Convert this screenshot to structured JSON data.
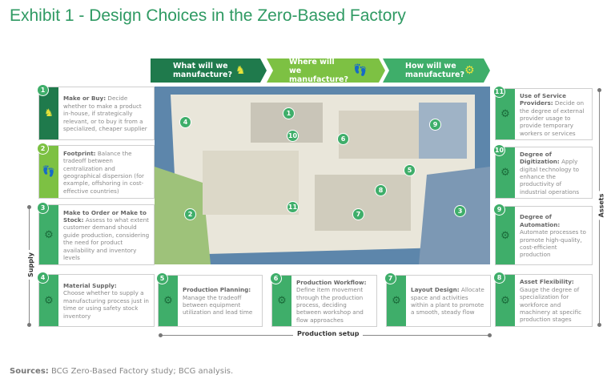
{
  "title": "Exhibit 1 - Design Choices in the Zero-Based Factory",
  "arrows": [
    {
      "label": "What will we manufacture?",
      "icon": "chess-knight-icon",
      "color": "#1f7a4c"
    },
    {
      "label": "Where will we manufacture?",
      "icon": "footprint-icon",
      "color": "#7dc143"
    },
    {
      "label": "How will we manufacture?",
      "icon": "gears-icon",
      "color": "#3fae6a"
    }
  ],
  "items": [
    {
      "n": "1",
      "head": "Make or Buy:",
      "body": "Decide whether to make a product in-house, if strategically relevant, or to buy it from a specialized, cheaper supplier"
    },
    {
      "n": "2",
      "head": "Footprint:",
      "body": "Balance the tradeoff between centralization and geographical dispersion (for example, offshoring in cost-effective countries)"
    },
    {
      "n": "3",
      "head": "Make to Order or Make to Stock:",
      "body": "Assess to what extent customer demand should guide production, considering the need for product availability and inventory levels"
    },
    {
      "n": "4",
      "head": "Material Supply:",
      "body": "Choose whether to supply a manufacturing process just in time or using safety stock inventory"
    },
    {
      "n": "5",
      "head": "Production Planning:",
      "body": "Manage the tradeoff between equipment utilization and lead time"
    },
    {
      "n": "6",
      "head": "Production Workflow:",
      "body": "Define item movement through the production process, deciding between workshop and flow approaches"
    },
    {
      "n": "7",
      "head": "Layout Design:",
      "body": "Allocate space and activities within a plant to promote a smooth, steady flow"
    },
    {
      "n": "8",
      "head": "Asset Flexibility:",
      "body": "Gauge the degree of specialization for workforce and machinery at specific production stages"
    },
    {
      "n": "9",
      "head": "Degree of Automation:",
      "body": "Automate processes to promote high-quality, cost-efficient production"
    },
    {
      "n": "10",
      "head": "Degree of Digitization:",
      "body": "Apply digital technology to enhance the productivity of industrial operations"
    },
    {
      "n": "11",
      "head": "Use of Service Providers:",
      "body": "Decide on the degree of external provider usage to provide temporary workers or services"
    }
  ],
  "axes": {
    "supply": "Supply",
    "assets": "Assets",
    "production": "Production setup"
  },
  "pins": [
    "1",
    "2",
    "3",
    "4",
    "5",
    "6",
    "7",
    "8",
    "9",
    "10",
    "11"
  ],
  "source_label": "Sources:",
  "source_text": "BCG Zero-Based Factory study; BCG analysis."
}
